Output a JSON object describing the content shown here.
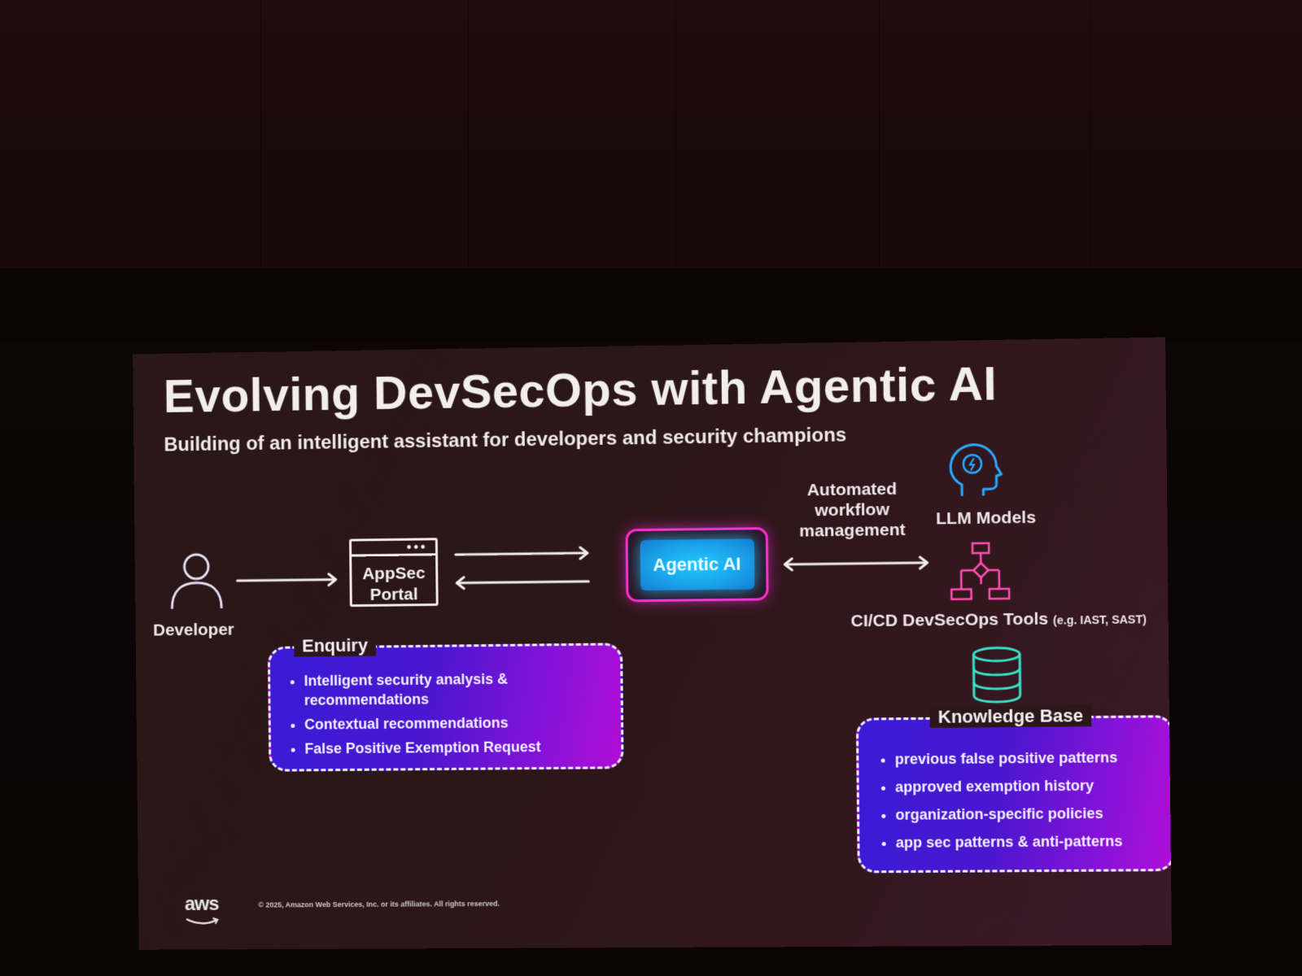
{
  "slide": {
    "title": "Evolving DevSecOps with Agentic AI",
    "subtitle": "Building of an intelligent assistant for developers and security champions"
  },
  "nodes": {
    "developer": "Developer",
    "portal": "AppSec\nPortal",
    "agent": "Agentic AI",
    "automation": "Automated\nworkflow\nmanagement",
    "llm": "LLM Models",
    "cicd": "CI/CD DevSecOps Tools",
    "cicd_note": "(e.g. IAST, SAST)"
  },
  "enquiry": {
    "title": "Enquiry",
    "items": [
      "Intelligent security analysis & recommendations",
      "Contextual recommendations",
      "False Positive Exemption Request"
    ]
  },
  "knowledge_base": {
    "title": "Knowledge Base",
    "items": [
      "previous false positive patterns",
      "approved exemption history",
      "organization-specific policies",
      "app sec patterns & anti-patterns"
    ]
  },
  "footer": {
    "logo": "aws",
    "copyright": "© 2025, Amazon Web Services, Inc. or its affiliates. All rights reserved."
  },
  "icons": {
    "developer": "person-icon",
    "llm": "head-lightbulb-icon",
    "cicd": "workflow-icon",
    "knowledge_base": "database-icon"
  },
  "colors": {
    "agent_border": "#ff2bd0",
    "agent_fill": "#22c9ff",
    "llm_icon": "#2aa9ff",
    "cicd_icon": "#ff4fb0",
    "kb_icon": "#39e0c8",
    "panel_start": "#3a1bd6",
    "panel_end": "#b00ed6"
  }
}
